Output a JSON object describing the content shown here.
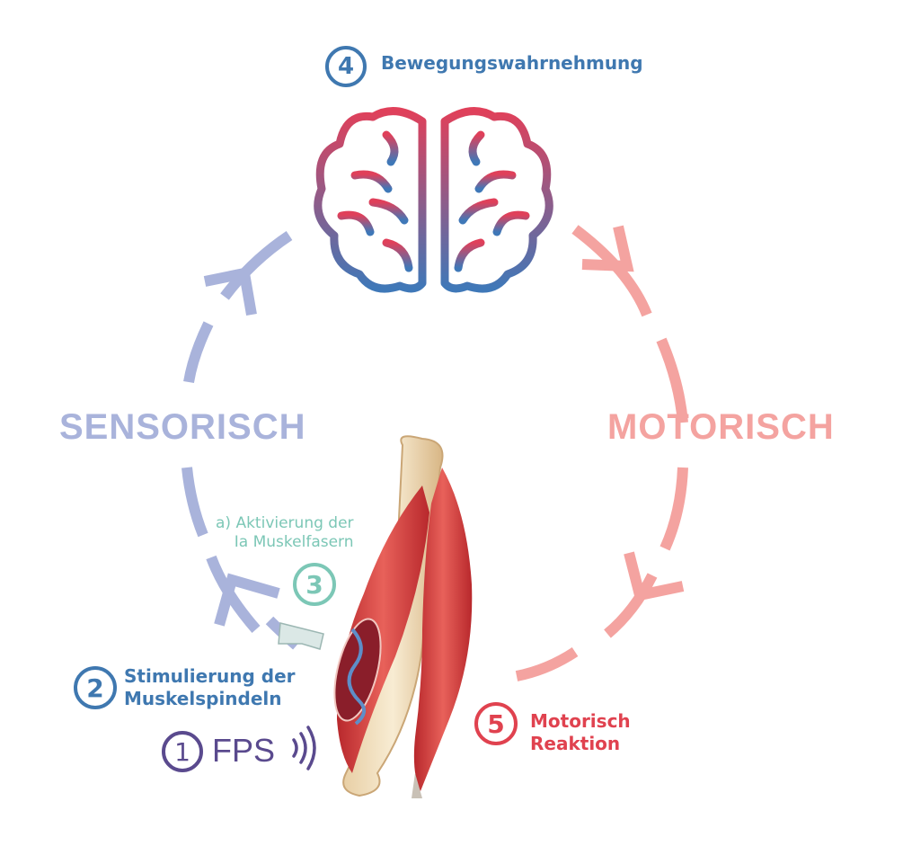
{
  "steps": {
    "step1": {
      "number": "1",
      "label": "FPS"
    },
    "step2": {
      "number": "2",
      "line1": "Stimulierung der",
      "line2": "Muskelspindeln"
    },
    "step3": {
      "number": "3",
      "line1": "a) Aktivierung der",
      "line2": "Ia Muskelfasern"
    },
    "step4": {
      "number": "4",
      "label": "Bewegungswahrnehmung"
    },
    "step5": {
      "number": "5",
      "line1": "Motorisch",
      "line2": "Reaktion"
    }
  },
  "sides": {
    "sensory": "SENSORISCH",
    "motor": "MOTORISCH"
  },
  "colors": {
    "sensory": "#a9b3db",
    "motor": "#f4a3a0",
    "step1": "#5a4a8e",
    "step2": "#3f78b0",
    "step3": "#7cc7b6",
    "step4": "#3f78b0",
    "step5": "#e0424f",
    "brain_top": "#e0405a",
    "brain_bottom": "#3f78b8"
  },
  "icons": [
    "brain-icon",
    "muscle-bone-illustration",
    "vibration-waves-icon"
  ]
}
